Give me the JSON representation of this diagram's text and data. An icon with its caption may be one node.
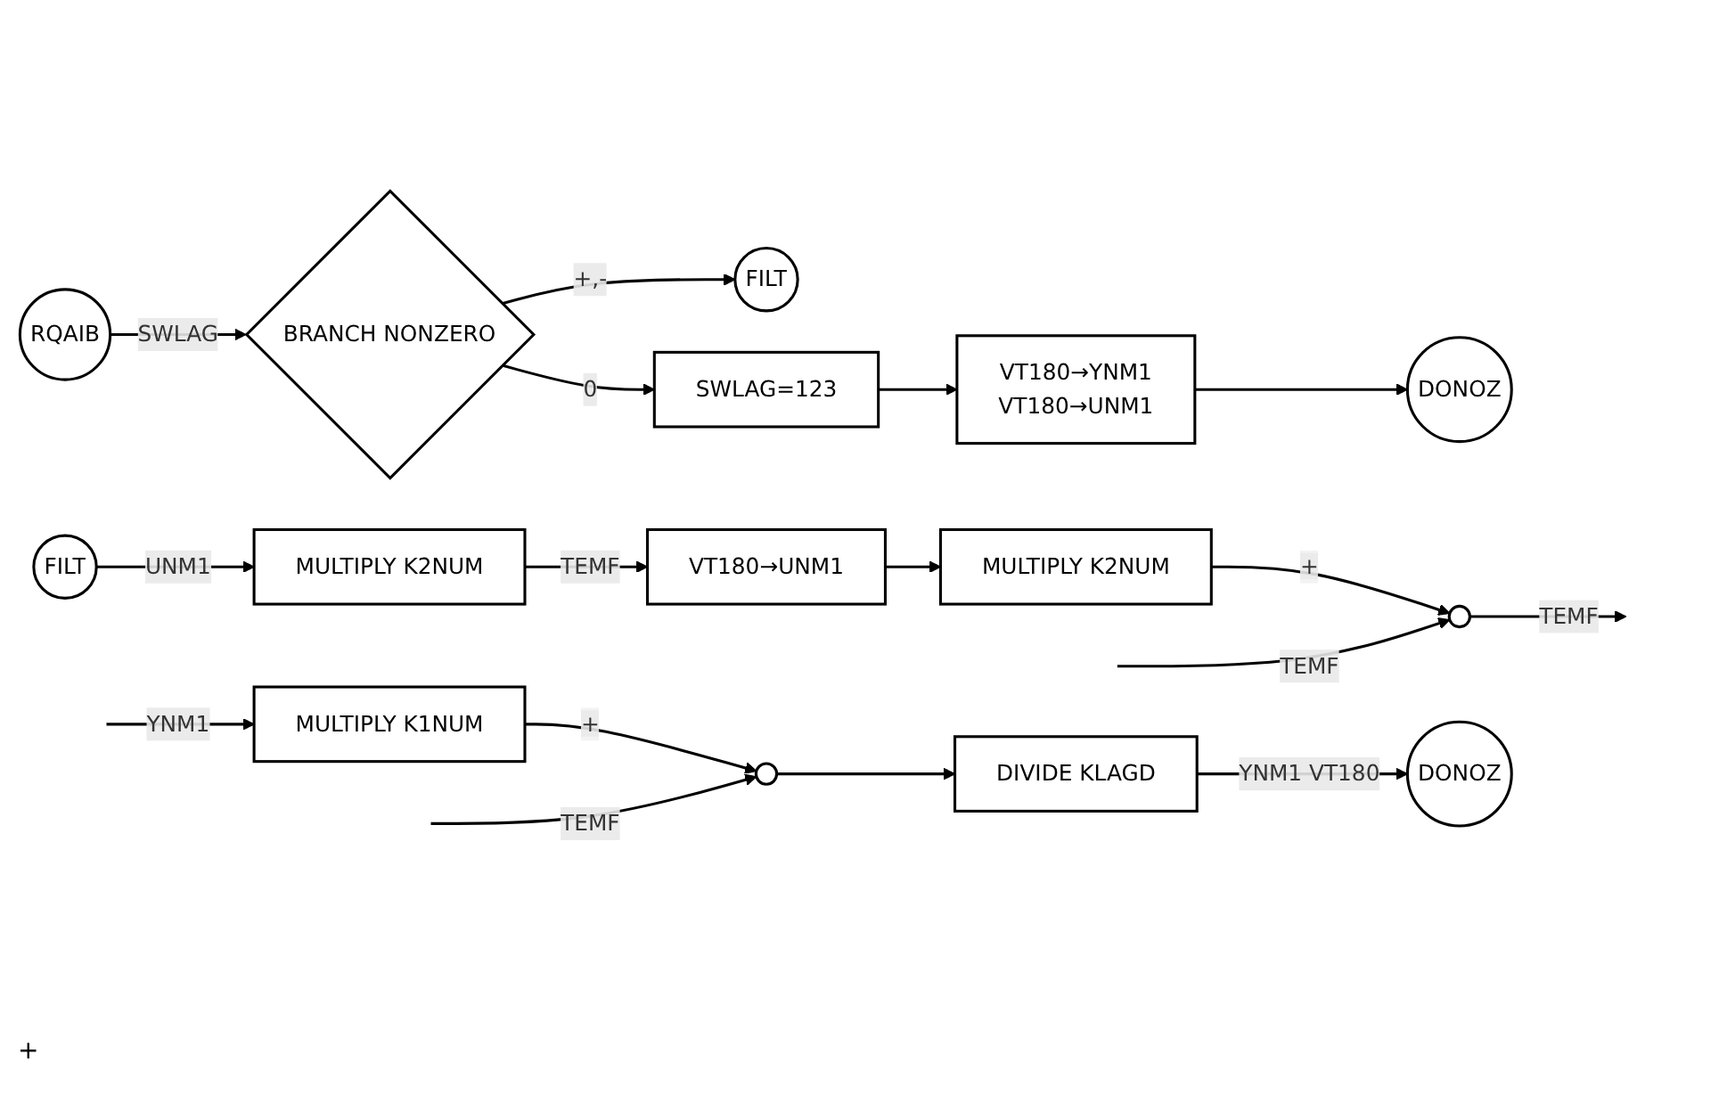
{
  "diagram": {
    "nodes": [
      {
        "text": [
          "RQAIB"
        ]
      },
      {
        "text": [
          "BRANCH NONZERO"
        ]
      },
      {
        "text": [
          "FILT"
        ]
      },
      {
        "text": [
          "SWLAG=123"
        ]
      },
      {
        "text": [
          "VT180→YNM1",
          "VT180→UNM1"
        ]
      },
      {
        "text": [
          "DONOZ"
        ]
      },
      {
        "text": [
          "FILT"
        ]
      },
      {
        "text": [
          "MULTIPLY K2NUM"
        ]
      },
      {
        "text": [
          "VT180→UNM1"
        ]
      },
      {
        "text": [
          "MULTIPLY K2NUM"
        ]
      },
      {
        "text": [],
        "shape": "circle"
      },
      {
        "text": [
          "MULTIPLY K1NUM"
        ]
      },
      {
        "text": [],
        "shape": "circle"
      },
      {
        "text": [
          "DIVIDE KLAGD"
        ]
      },
      {
        "text": [
          "DONOZ"
        ]
      }
    ],
    "edges": [
      {
        "from": 0,
        "to": 1,
        "arrow": "to",
        "label": "SWLAG"
      },
      {
        "from": 1,
        "to": 2,
        "arrow": "to",
        "label": "+,-"
      },
      {
        "from": 1,
        "to": 3,
        "arrow": "to",
        "label": "0"
      },
      {
        "from": 3,
        "to": 4,
        "arrow": "to"
      },
      {
        "from": 4,
        "to": 5,
        "arrow": "to"
      },
      {
        "from": 6,
        "to": 7,
        "arrow": "to",
        "label": "UNM1"
      },
      {
        "from": 7,
        "to": 8,
        "arrow": "to",
        "label": "TEMF"
      },
      {
        "from": 8,
        "to": 9,
        "arrow": "to"
      },
      {
        "from": 9,
        "to": 10,
        "arrow": "to",
        "label": "+"
      },
      {
        "from": 10,
        "to": null,
        "arrow": "to",
        "label": "TEMF"
      },
      {
        "from": null,
        "to": 10,
        "arrow": "to",
        "label": "TEMF"
      },
      {
        "from": null,
        "to": 11,
        "arrow": "to",
        "label": "YNM1"
      },
      {
        "from": 11,
        "to": 12,
        "arrow": "to",
        "label": "+"
      },
      {
        "from": null,
        "to": 12,
        "arrow": "to",
        "label": "TEMF"
      },
      {
        "from": 12,
        "to": 13,
        "arrow": "to"
      },
      {
        "from": 13,
        "to": 14,
        "arrow": "to",
        "label": "YNM1 VT180"
      }
    ],
    "labels": [
      "+"
    ]
  }
}
